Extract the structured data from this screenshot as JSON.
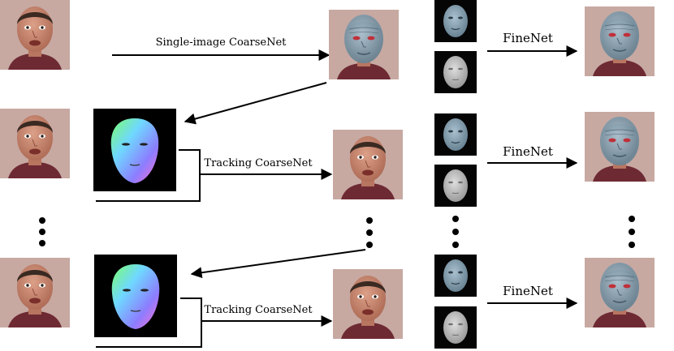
{
  "labels": {
    "single_image_coarsenet": "Single-image CoarseNet",
    "tracking_coarsenet": "Tracking CoarseNet",
    "finenet": "FineNet"
  },
  "colors": {
    "skin": "#c9876f",
    "skin_dark": "#a8644f",
    "hair": "#3a2a22",
    "shirt": "#6e2a33",
    "wall": "#c8a8a0",
    "mesh": "#7f9aab",
    "mesh_dark": "#5f7a8b",
    "gray_mesh": "#a8a8a8",
    "eye_red": "#c0303a",
    "arrow": "#000000"
  },
  "icons": {
    "face_photo": "face-photo-icon",
    "normal_map": "normal-map-icon",
    "coarse_mesh": "coarse-mesh-icon",
    "detail_mesh": "detailed-mesh-icon"
  }
}
